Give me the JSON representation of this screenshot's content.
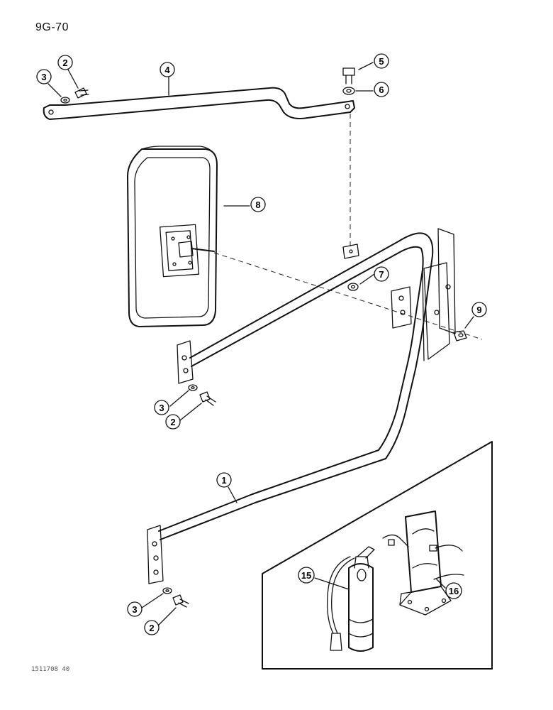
{
  "page_code": "9G-70",
  "footer_code": "1511708 40",
  "callouts": [
    {
      "id": "c4",
      "label": "4"
    },
    {
      "id": "c2a",
      "label": "2"
    },
    {
      "id": "c3a",
      "label": "3"
    },
    {
      "id": "c5",
      "label": "5"
    },
    {
      "id": "c6",
      "label": "6"
    },
    {
      "id": "c8",
      "label": "8"
    },
    {
      "id": "c7",
      "label": "7"
    },
    {
      "id": "c9",
      "label": "9"
    },
    {
      "id": "c3b",
      "label": "3"
    },
    {
      "id": "c2b",
      "label": "2"
    },
    {
      "id": "c1",
      "label": "1"
    },
    {
      "id": "c3c",
      "label": "3"
    },
    {
      "id": "c2c",
      "label": "2"
    },
    {
      "id": "c15",
      "label": "15"
    },
    {
      "id": "c16",
      "label": "16"
    }
  ]
}
